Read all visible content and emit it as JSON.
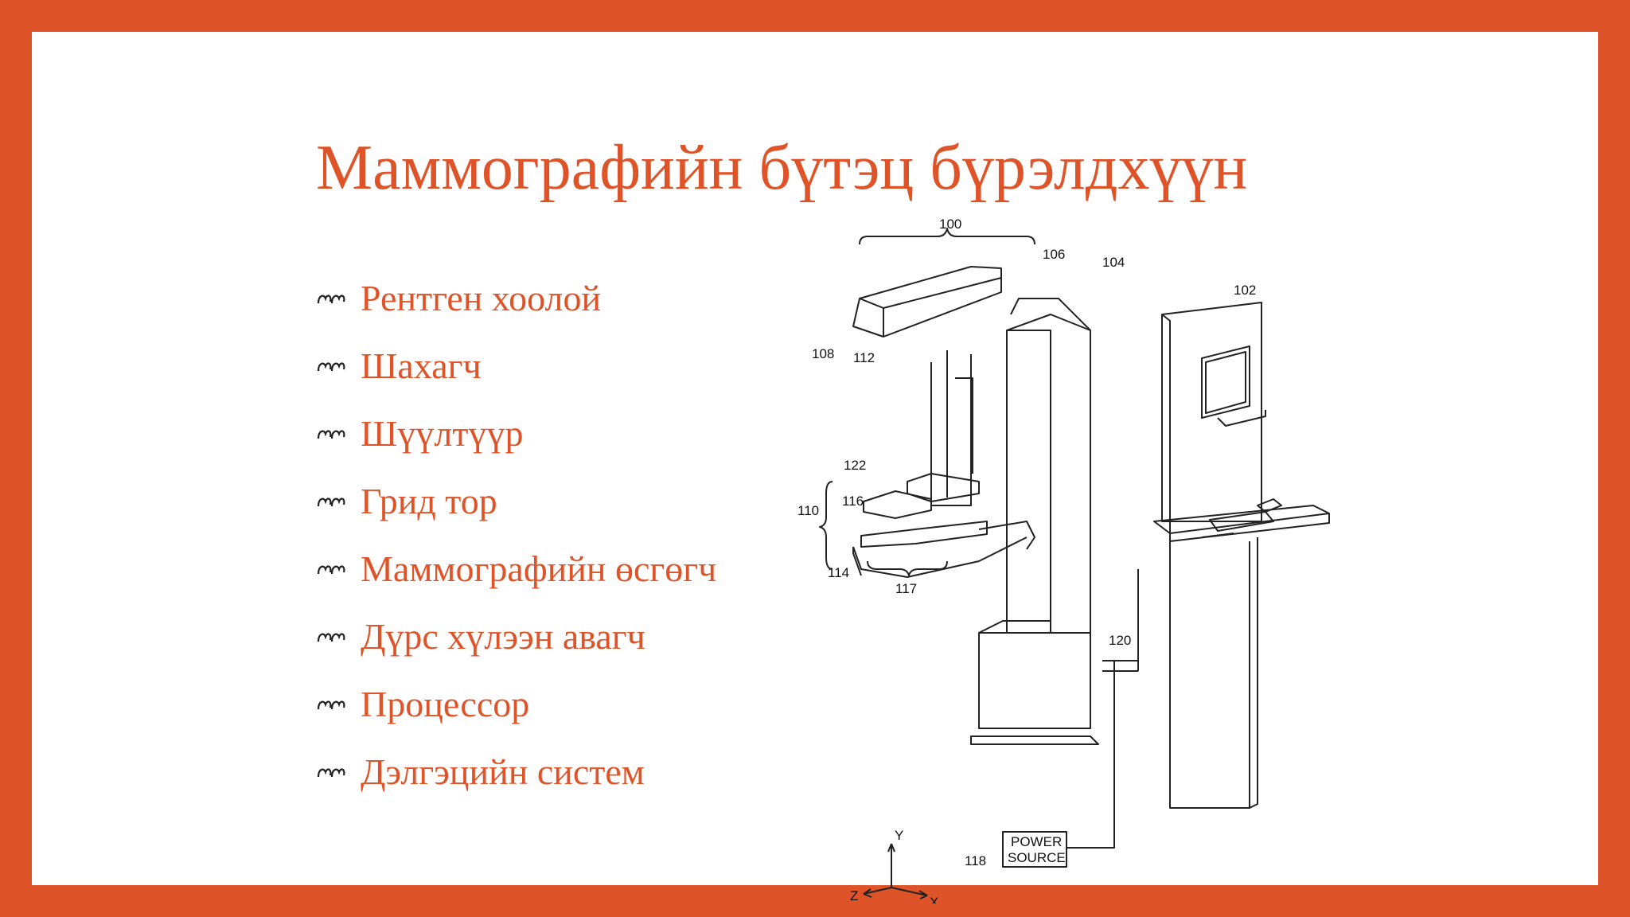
{
  "slide": {
    "title": "Маммографийн бүтэц бүрэлдхүүн",
    "accent_color": "#DF5328",
    "bullet_icon": "floral-bullet-icon",
    "bullets": [
      "Рентген хоолой",
      "Шахагч",
      "Шүүлтүүр",
      "Грид тор",
      "Маммографийн өсгөгч",
      "Дүрс хүлээн авагч",
      "Процессор",
      "Дэлгэцийн систем"
    ]
  },
  "figure": {
    "labels": {
      "l100": "100",
      "l106": "106",
      "l104": "104",
      "l102": "102",
      "l108": "108",
      "l112": "112",
      "l122": "122",
      "l116": "116",
      "l110": "110",
      "l114": "114",
      "l117": "117",
      "l120": "120",
      "l118": "118"
    },
    "power_source": [
      "POWER",
      "SOURCE"
    ],
    "axes": {
      "x": "X",
      "y": "Y",
      "z": "Z"
    }
  }
}
